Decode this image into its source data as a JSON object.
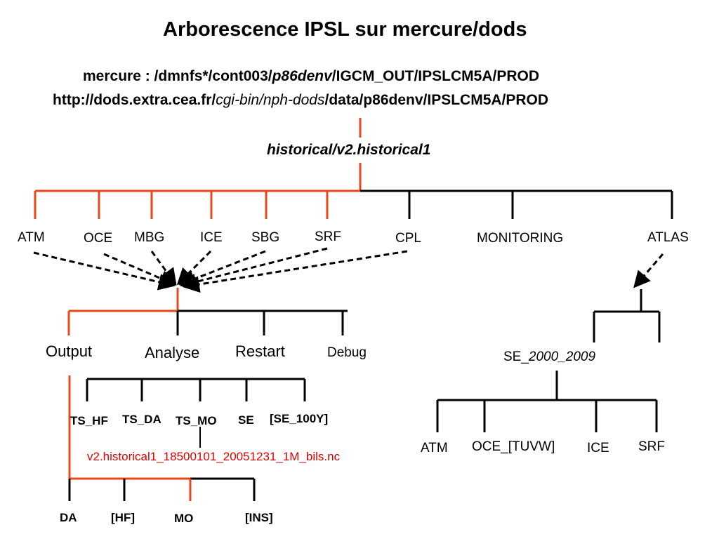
{
  "title": "Arborescence IPSL sur mercure/dods",
  "paths": {
    "mercure_prefix": "mercure : /dmnfs*/cont003/",
    "mercure_user": "p86denv",
    "mercure_suffix": "/IGCM_OUT/IPSLCM5A/PROD",
    "dods_prefix": "http://dods.extra.cea.fr/",
    "dods_cgi": "cgi-bin/nph-dods",
    "dods_suffix": "/data/p86denv/IPSLCM5A/PROD"
  },
  "experiment": "historical/v2.historical1",
  "components": [
    "ATM",
    "OCE",
    "MBG",
    "ICE",
    "SBG",
    "SRF",
    "CPL",
    "MONITORING",
    "ATLAS"
  ],
  "subdirs": [
    "Output",
    "Analyse",
    "Restart",
    "Debug"
  ],
  "analyse_items": [
    "TS_HF",
    "TS_DA",
    "TS_MO",
    "SE",
    "[SE_100Y]"
  ],
  "example_file": "v2.historical1_18500101_20051231_1M_bils.nc",
  "output_items": [
    "DA",
    "[HF]",
    "MO",
    "[INS]"
  ],
  "atlas": {
    "period_prefix": "SE_",
    "period": "2000_2009",
    "items": [
      "ATM",
      "OCE_[TUVW]",
      "ICE",
      "SRF"
    ]
  },
  "colors": {
    "highlight": "#e8471a",
    "line": "#000000",
    "file": "#e00000"
  }
}
